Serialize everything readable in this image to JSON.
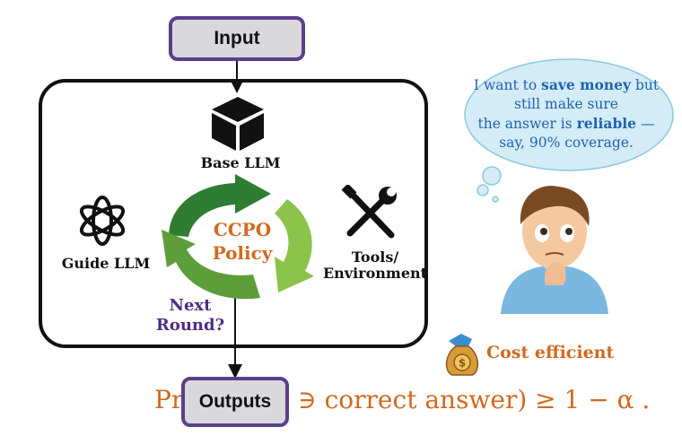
{
  "diagram": {
    "input_label": "Input",
    "outputs_label": "Outputs",
    "base_llm_label": "Base LLM",
    "guide_llm_label": "Guide LLM",
    "tools_label_line1": "Tools/",
    "tools_label_line2": "Environment",
    "ccpo_line1": "CCPO",
    "ccpo_line2": "Policy",
    "next_round_line1": "Next",
    "next_round_line2": "Round?",
    "cost_label": "Cost efficient",
    "thought": {
      "p1": "I want to ",
      "p1_bold": "save money",
      "p2": " but",
      "line2": "still make sure",
      "p3": "the answer is ",
      "p3_bold": "reliable",
      "p4": " —",
      "line4": "say, 90% coverage."
    },
    "formula": {
      "prefix": "Pr (",
      "suffix": "∋ correct answer) ≥ 1 − α ."
    }
  },
  "colors": {
    "accent_orange": "#d2691e",
    "frame_purple": "#5b3f8c",
    "text_blue": "#1e63b3",
    "arrow_dark_green": "#2e7d32",
    "arrow_light_green": "#8bc34a"
  },
  "icons": [
    "cube-icon",
    "openai-logo-icon",
    "tools-icon",
    "money-bag-icon",
    "thinking-person-icon",
    "thought-cloud-icon"
  ]
}
